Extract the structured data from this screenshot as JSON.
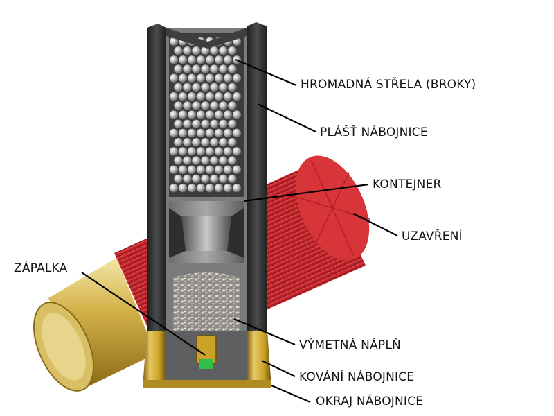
{
  "labels": {
    "shot": "HROMADNÁ STŘELA (BROKY)",
    "hull": "PLÁŠŤ NÁBOJNICE",
    "wad": "KONTEJNER",
    "crimp": "UZAVŘENÍ",
    "primer": "ZÁPALKA",
    "powder": "VÝMETNÁ NÁPLŇ",
    "head": "KOVÁNÍ NÁBOJNICE",
    "rim": "OKRAJ NÁBOJNICE"
  },
  "colors": {
    "hull_red": "#c8262c",
    "brass": "#c9a227",
    "pellet": "#b9b9b9",
    "case_dark": "#2e2f30",
    "leader": "#000000"
  }
}
